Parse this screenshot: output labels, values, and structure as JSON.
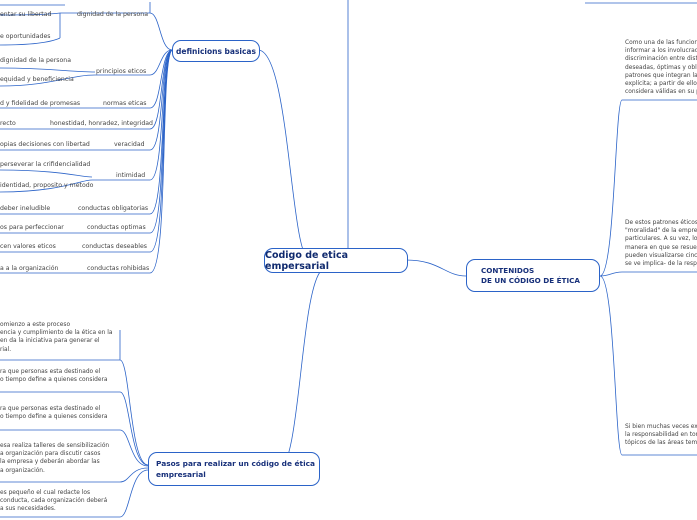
{
  "central": "Codigo de etica empersarial",
  "definiciones": {
    "title": "definicions basicas",
    "groups": [
      {
        "label": "dignidad de la persona",
        "items": [
          "entar su libertad",
          "e oportunidades"
        ]
      },
      {
        "label": "principios eticos",
        "items": [
          "dignidad de la persona",
          "equidad y beneficiencia"
        ]
      },
      {
        "label": "normas eticas",
        "items": [
          "d y fidelidad de promesas"
        ]
      },
      {
        "label": "honestidad, honradez, integridad",
        "items": [
          "recto"
        ]
      },
      {
        "label": "veracidad",
        "items": [
          "opias decisiones con libertad"
        ]
      },
      {
        "label": "intimidad",
        "items": [
          "perseverar la crifidencialidad",
          "identidad, proposito y metodo"
        ]
      },
      {
        "label": "conductas obligatorias",
        "items": [
          "deber ineludible"
        ]
      },
      {
        "label": "conductas optimas",
        "items": [
          "os para perfeccionar"
        ]
      },
      {
        "label": "conductas deseables",
        "items": [
          "cen valores eticos"
        ]
      },
      {
        "label": "conductas rohibidas",
        "items": [
          "a a la organización"
        ]
      }
    ]
  },
  "pasos": {
    "title": "Pasos para realizar un código de ética empresarial",
    "items": [
      "omienzo a este proceso\nencia y cumplimiento de la ética en la\nen da la iniciativa para generar el\nrial.",
      "ra que personas esta destinado el\no tiempo define a quienes considera",
      "ra que personas esta destinado el\no tiempo define a quienes considera",
      "esa realiza talleres de sensibilización\na organización para discutir casos\nla empresa y deberán abordar las\na organización.",
      "es pequeño el cual redacte los\nconducta, cada organización deberá\na sus necesidades."
    ]
  },
  "contenidos": {
    "title": "CONTENIDOS\nDE UN CÓDIGO DE ÉTICA",
    "paragraphs": [
      "Como una de las funciones\ninformar a los involucrado\ndiscriminación entre disti\ndeseadas, óptimas y oblig\npatrones que integran la r\nexplícita; a partir de ellos\nconsidera válidas en su p",
      "De estos patrones éticos \"\n\"moralidad\" de la empresa\nparticulares. A su vez, los\nmanera en que se resuelv\npueden visualizarse cinco\nse ve implica- de la respo",
      "Si bien muchas veces exis\nla responsabilidad en torn\ntópicos de las áreas temá"
    ]
  },
  "colors": {
    "line": "#2b63c8",
    "text": "#444444",
    "node_text": "#17307a"
  }
}
